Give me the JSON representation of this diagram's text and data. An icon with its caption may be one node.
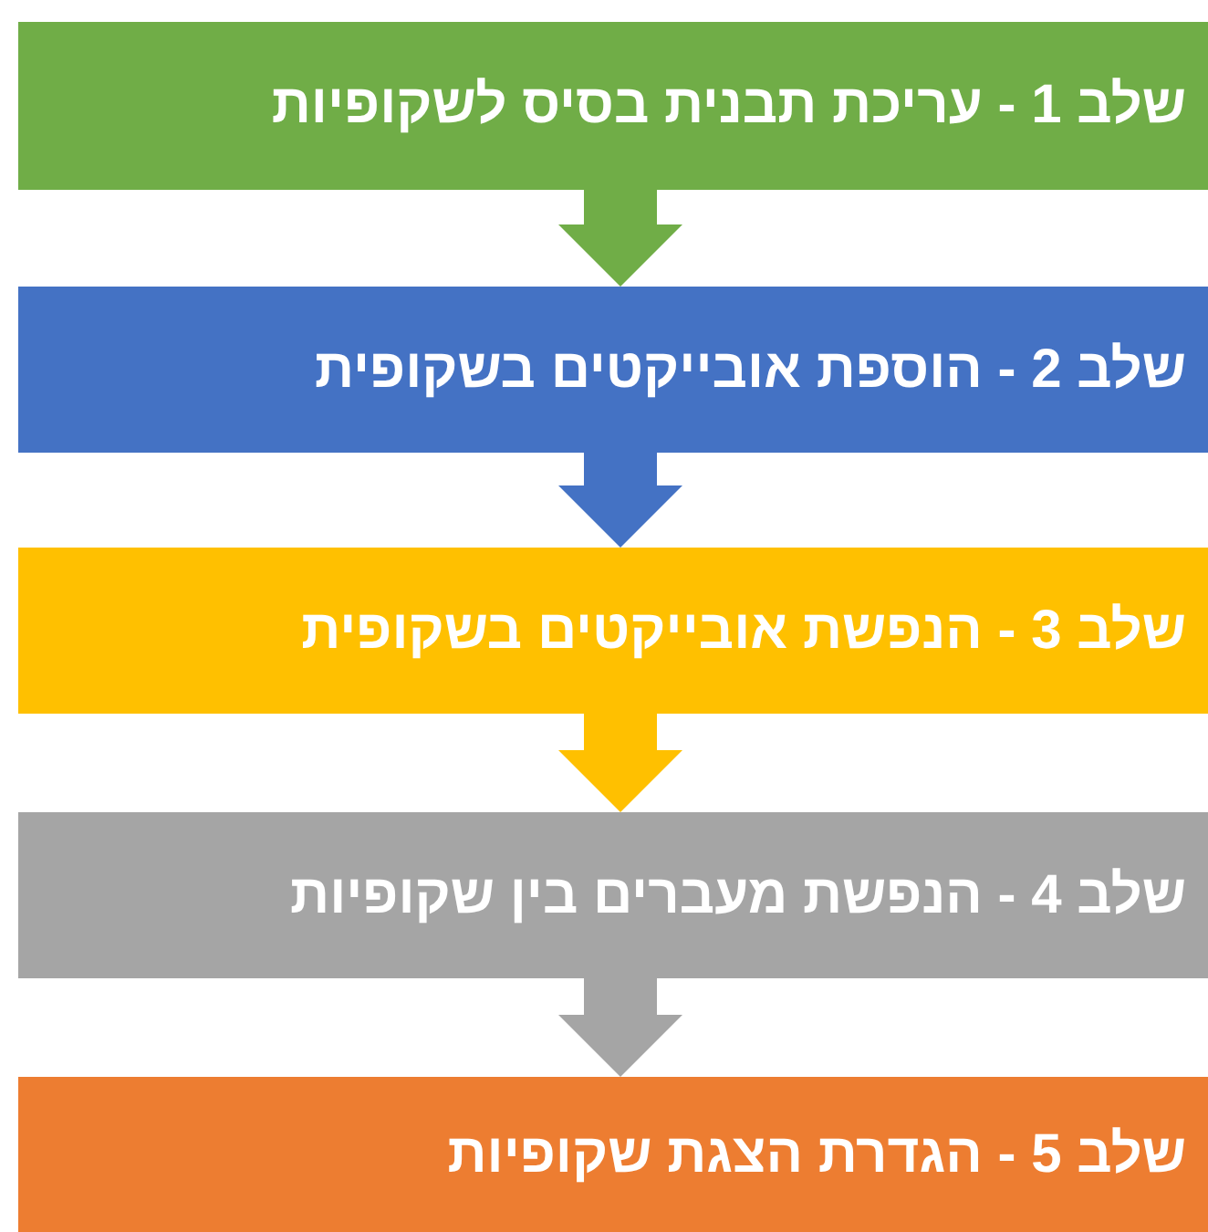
{
  "diagram": {
    "nodes": [
      {
        "text": [
          "שלב 1 - עריכת תבנית בסיס לשקופיות"
        ]
      },
      {
        "text": [
          "שלב 2 - הוספת אובייקטים בשקופית"
        ]
      },
      {
        "text": [
          "שלב 3 - הנפשת אובייקטים בשקופית"
        ]
      },
      {
        "text": [
          "שלב 4 - הנפשת מעברים בין שקופיות"
        ]
      },
      {
        "text": [
          "שלב 5 - הגדרת הצגת שקופיות"
        ]
      }
    ],
    "edges": [
      {
        "from": 0,
        "to": 1,
        "arrow": "to",
        "color": "#70ad47"
      },
      {
        "from": 1,
        "to": 2,
        "arrow": "to",
        "color": "#4472c4"
      },
      {
        "from": 2,
        "to": 3,
        "arrow": "to",
        "color": "#ffc000"
      },
      {
        "from": 3,
        "to": 4,
        "arrow": "to",
        "color": "#a5a5a5"
      }
    ]
  }
}
